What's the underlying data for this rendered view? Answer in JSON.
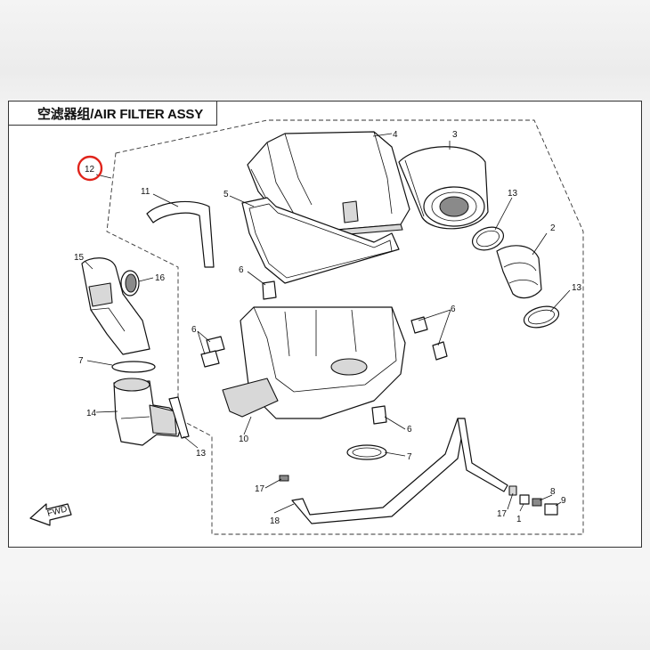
{
  "diagram": {
    "title": "空滤器组/AIR FILTER ASSY",
    "fwd_label": "FWD",
    "highlight_color": "#e0241b",
    "callouts": {
      "c1": "1",
      "c2": "2",
      "c3": "3",
      "c4": "4",
      "c5": "5",
      "c6a": "6",
      "c6b": "6",
      "c6c": "6",
      "c6d": "6",
      "c7a": "7",
      "c7b": "7",
      "c8": "8",
      "c9": "9",
      "c10": "10",
      "c11": "11",
      "c12": "12",
      "c13a": "13",
      "c13b": "13",
      "c13c": "13",
      "c14": "14",
      "c15": "15",
      "c16": "16",
      "c17a": "17",
      "c17b": "17",
      "c18": "18"
    }
  }
}
